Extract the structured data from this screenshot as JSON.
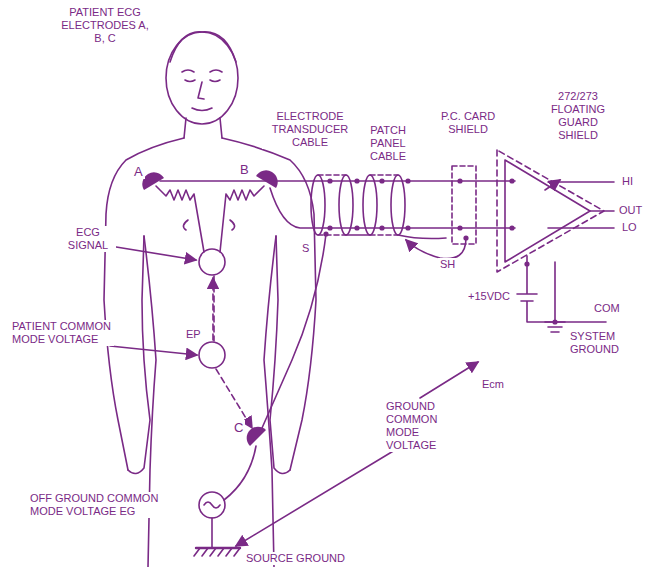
{
  "diagram": {
    "labels": [
      "PATIENT ECG ELECTRODES A, B, C",
      "A",
      "B",
      "C",
      "ECG SIGNAL",
      "PATIENT COMMON MODE VOLTAGE",
      "EP",
      "OFF GROUND COMMON MODE VOLTAGE EG",
      "S",
      "ELECTRODE TRANSDUCER CABLE",
      "PATCH PANEL CABLE",
      "P.C. CARD SHIELD",
      "272/273 FLOATING GUARD SHIELD",
      "HI",
      "OUT",
      "LO",
      "SH",
      "+15VDC",
      "COM",
      "SYSTEM GROUND",
      "Ecm",
      "GROUND COMMON MODE VOLTAGE",
      "SOURCE GROUND"
    ]
  }
}
